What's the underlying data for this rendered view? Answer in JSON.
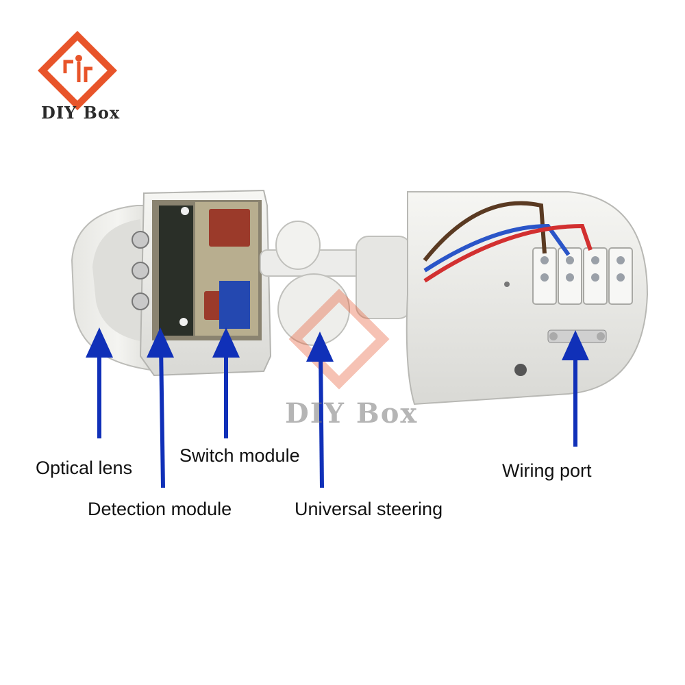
{
  "brand": {
    "logo_text": "DIY Box",
    "watermark_text": "DIY Box",
    "accent_color": "#e8542a"
  },
  "labels": {
    "optical_lens": "Optical lens",
    "detection_module": "Detection module",
    "switch_module": "Switch module",
    "universal_steering": "Universal steering",
    "wiring_port": "Wiring port"
  },
  "colors": {
    "arrow": "#1030b8",
    "housing": "#ededea",
    "wire_brown": "#5a3a22",
    "wire_blue": "#2a55c8",
    "wire_red": "#d23030",
    "capacitor": "#9b3a2a"
  }
}
